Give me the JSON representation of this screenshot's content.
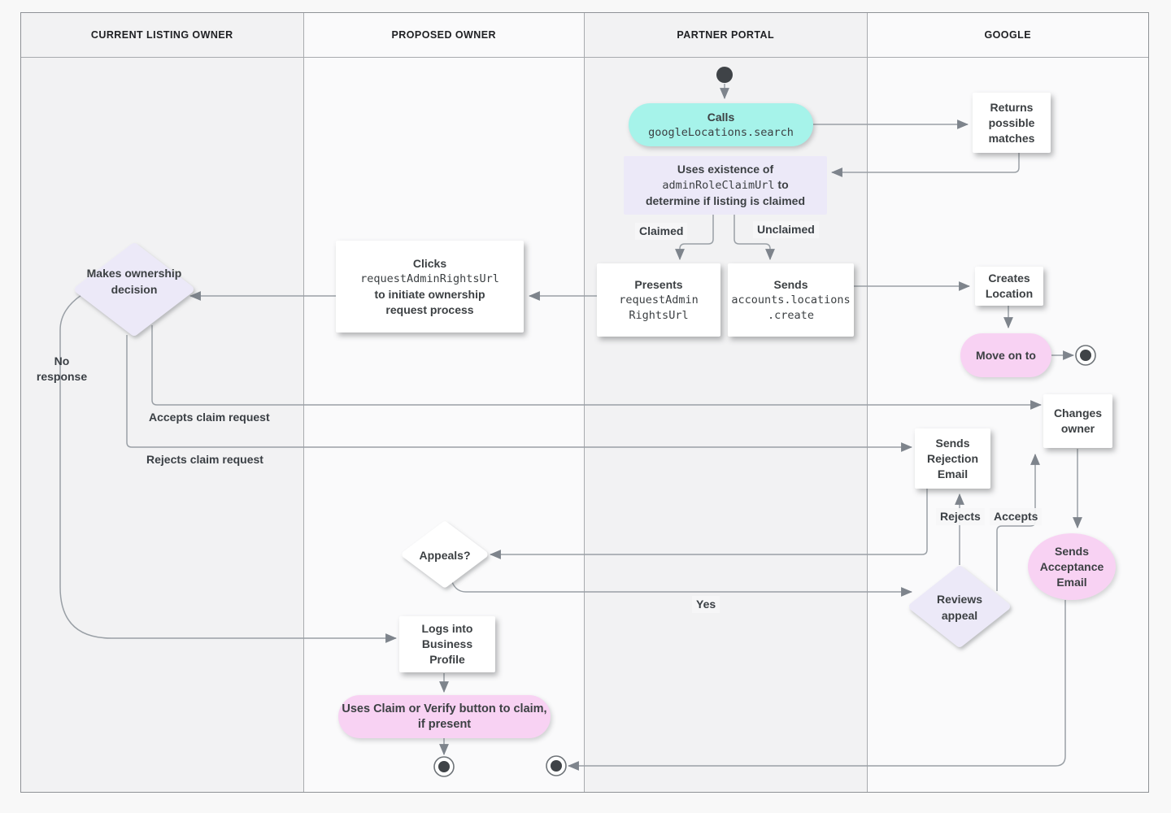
{
  "colors": {
    "teal": "#a6f3ea",
    "lavender": "#ece9f8",
    "pink": "#f8d2f3",
    "line": "#9aa0a6",
    "arrow": "#7e848c",
    "text": "#3c4043",
    "lane-grey": "#f2f2f3",
    "lane-light": "#fafafb",
    "node-dark": "#3f4347"
  },
  "lanes": [
    {
      "label": "CURRENT LISTING OWNER"
    },
    {
      "label": "PROPOSED OWNER"
    },
    {
      "label": "PARTNER PORTAL"
    },
    {
      "label": "GOOGLE"
    }
  ],
  "nodes": {
    "calls": {
      "title": "Calls",
      "code": "googleLocations.search"
    },
    "returns": {
      "label": "Returns possible matches"
    },
    "uses_existence": {
      "line1": "Uses existence of",
      "code": "adminRoleClaimUrl",
      "after_code": " to",
      "line3": "determine if listing is claimed"
    },
    "presents": {
      "title": "Presents",
      "code1": "requestAdmin",
      "code2": "RightsUrl"
    },
    "sends_create": {
      "title": "Sends",
      "code1": "accounts.locations",
      "code2": ".create"
    },
    "clicks": {
      "title": "Clicks",
      "code": "requestAdminRightsUrl",
      "line2": "to initiate ownership",
      "line3": "request process"
    },
    "decision": {
      "label": "Makes ownership decision"
    },
    "creates_location": {
      "label": "Creates Location"
    },
    "move_on": {
      "label": "Move on to"
    },
    "changes_owner": {
      "label": "Changes owner"
    },
    "sends_rejection": {
      "label": "Sends Rejection Email"
    },
    "sends_acceptance": {
      "label": "Sends Acceptance Email"
    },
    "reviews_appeal": {
      "label": "Reviews appeal"
    },
    "appeals": {
      "label": "Appeals?"
    },
    "logs_in": {
      "label": "Logs into Business Profile"
    },
    "uses_claim": {
      "label": "Uses Claim or Verify button to claim, if present"
    }
  },
  "edge_labels": {
    "claimed": "Claimed",
    "unclaimed": "Unclaimed",
    "no_response": "No response",
    "accepts_claim": "Accepts claim request",
    "rejects_claim": "Rejects claim request",
    "rejects": "Rejects",
    "accepts": "Accepts",
    "yes": "Yes"
  }
}
